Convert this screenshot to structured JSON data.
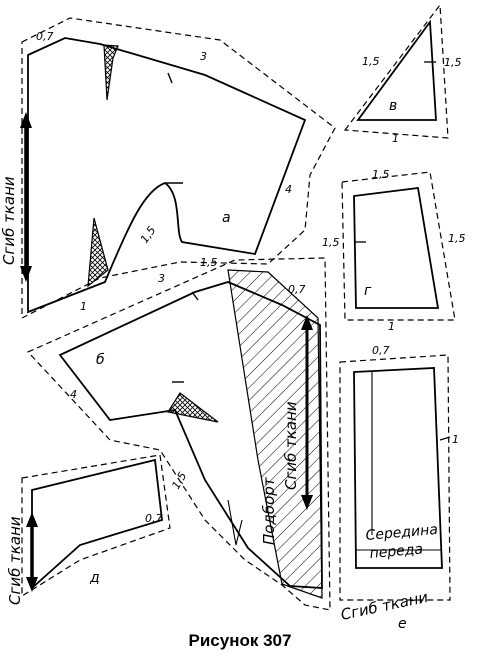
{
  "caption": "Рисунок 307",
  "fold_label": "Сгиб ткани",
  "facing_label": "Подборт",
  "center_front_label": [
    "Середина",
    "переда"
  ],
  "pieces": {
    "a": "а",
    "b": "б",
    "v": "в",
    "g": "г",
    "d": "д",
    "e": "е"
  },
  "allowances": {
    "a_neck": "0,7",
    "a_shoulder": "3",
    "a_side": "4",
    "a_hem": "1",
    "a_armhole": "1,5",
    "a_bottom_left": "1",
    "a_bottom_mid": "3",
    "a_bottom_right": "1,5",
    "b_corner": "0,7",
    "b_side": "4",
    "b_dart": "1,5",
    "v_left": "1,5",
    "v_right": "1,5",
    "v_bottom": "1",
    "g_top": "1,5",
    "g_left": "1,5",
    "g_right": "1,5",
    "g_bottom": "1",
    "d_right": "0,7",
    "e_top": "0,7",
    "e_right": "1"
  }
}
